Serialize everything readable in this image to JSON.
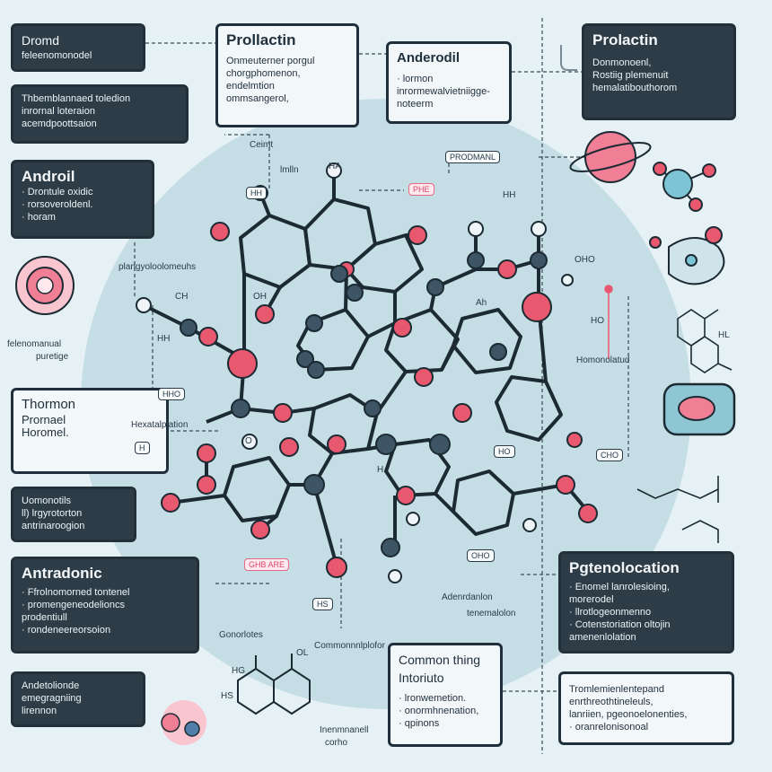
{
  "boxes": {
    "b1": {
      "title": "Dromd",
      "lines": [
        "feleenomonodel"
      ]
    },
    "b2": {
      "lines": [
        "Thbemblannaed toledion",
        "inrornal loteraion",
        "acemdpoottsaion"
      ]
    },
    "b3": {
      "title": "Androil",
      "lines": [
        "· Drontule oxidic",
        "· rorsoveroldenl.",
        "· horam"
      ]
    },
    "b4": {
      "title": "Prollactin",
      "lines": [
        "Onmeuterner porgul",
        "chorgphomenon,",
        "endelmtion",
        "ommsangerol,"
      ]
    },
    "b5": {
      "title": "Anderodil",
      "lines": [
        "· lormon",
        "inrormewalvietniigge-",
        "noteerm"
      ]
    },
    "b6": {
      "title": "Prolactin",
      "lines": [
        "Donmonoenl,",
        "Rostiig plemenuit",
        "hemalatibouthorom"
      ]
    },
    "b7": {
      "title": "Thormon",
      "lines": [
        "Prornael",
        "",
        "Horomel."
      ]
    },
    "b8": {
      "lines": [
        "Uomonotils",
        "ll) lrgyrotorton",
        "antrinaroogion"
      ]
    },
    "b9": {
      "title": "Antradonic",
      "lines": [
        "· Ffrolnomorned tontenel",
        "· promengeneodelioncs",
        "prodentiull",
        "· rondeneereorsoion"
      ]
    },
    "b10": {
      "lines": [
        "Andetolionde",
        "emegragniing",
        "lirennon"
      ]
    },
    "b11": {
      "title": "Common thing",
      "subtitle": "Intoriuto",
      "lines": [
        "· lronwemetion.",
        "· onormhnenation,",
        "· qpinons"
      ]
    },
    "b12": {
      "title": "Pgtenolocation",
      "lines": [
        "· Enomel lanrolesioing,",
        "morerodel",
        "· llrotlogeonmenno",
        "· Cotenstoriation oltojin",
        "amenenlolation"
      ]
    },
    "b13": {
      "lines": [
        "Tromlemienlentepand",
        "enrthreothtineleuls,",
        "lanriien, pgeonoelonenties,",
        "· oranrelonisonoal"
      ]
    }
  },
  "labels": {
    "feleno": "felenomanual",
    "pureti": "puretige",
    "plang": "plangyoloolomeuhs",
    "hexa": "Hexatalplation",
    "gonat": "Gonorlotes",
    "comm": "Commonnnlplofor",
    "intern": "Inenmnanell",
    "corho": "corho",
    "adem": "Adenrdanlon",
    "tener": "tenemalolon",
    "hemol": "Homonolatud",
    "ceimt": "Ceimt",
    "hhh": "lmlln",
    "hh1": "HA",
    "hh2": "HH",
    "atoms_ch": "CH",
    "atom_oh": "OH",
    "atom_o": "O",
    "atom_hh": "HH",
    "atom_h": "H",
    "atom_oho": "OHO",
    "atom_ho": "HO",
    "atom_h2": "Ah",
    "atom_hl": "HL",
    "atom_hs": "HS",
    "atom_hg": "HG",
    "atom_cl": "OL"
  },
  "tags": {
    "prod": "PRODMANL",
    "phe": "PHE",
    "hh": "HH",
    "hho": "HHO",
    "pink2": "GHB ARE",
    "hs": "HS",
    "oho": "OHO",
    "ho": "HO",
    "oh2": "CHO",
    "h6": "H"
  },
  "colors": {
    "circle": "#b9d6de",
    "atom_pink": "#e8586f",
    "atom_grey": "#9eb6c4",
    "bond": "#1c2a33",
    "box_dark": "#2d3c47"
  }
}
